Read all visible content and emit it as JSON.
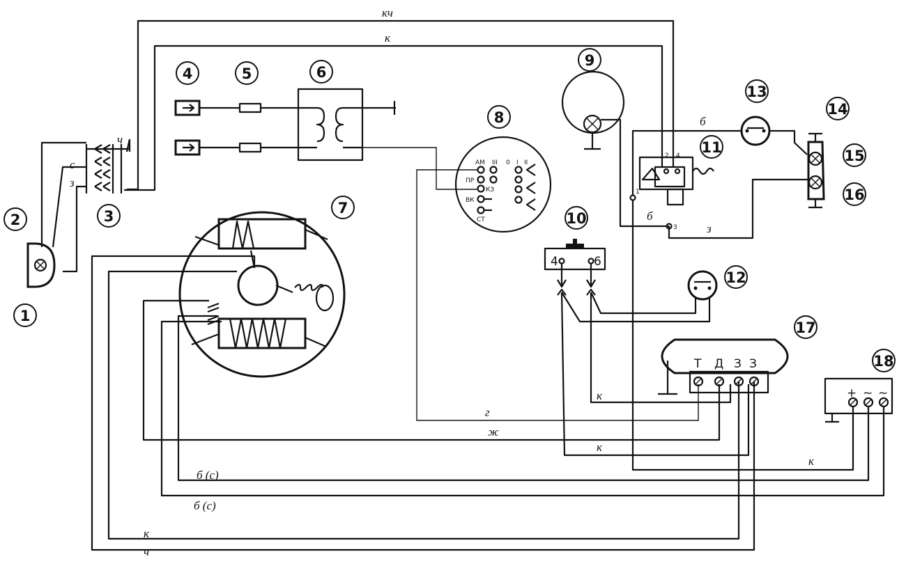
{
  "callouts": [
    "1",
    "2",
    "3",
    "4",
    "5",
    "6",
    "7",
    "8",
    "9",
    "10",
    "11",
    "12",
    "13",
    "14",
    "15",
    "16",
    "17",
    "18"
  ],
  "wire_labels": {
    "kch": "кч",
    "k_top": "к",
    "ch_conn": "ч",
    "s_conn": "с",
    "z_conn": "з",
    "b_right": "б",
    "b_11": "б",
    "z_11": "з",
    "g": "г",
    "zh": "ж",
    "k_17": "к",
    "k_mid": "к",
    "k_18": "к",
    "bs1": "б (с)",
    "bs2": "б (с)",
    "k_bottom": "к",
    "ch_bottom": "ч"
  },
  "switch8": {
    "am": "АМ",
    "pr": "ПР",
    "kz": "КЗ",
    "vk": "ВК",
    "st": "СТ",
    "c0": "0",
    "c1": "I",
    "c2": "II",
    "c3": "III"
  },
  "switch10": {
    "t4": "4",
    "t6": "6"
  },
  "relay11": {
    "t1": "1",
    "t2": "2",
    "t3": "3",
    "t4": "4"
  },
  "reg17": {
    "t": "Т",
    "d": "Д",
    "z1": "З",
    "z2": "З"
  },
  "rect18": {
    "plus": "+",
    "ac1": "~",
    "ac2": "~"
  }
}
